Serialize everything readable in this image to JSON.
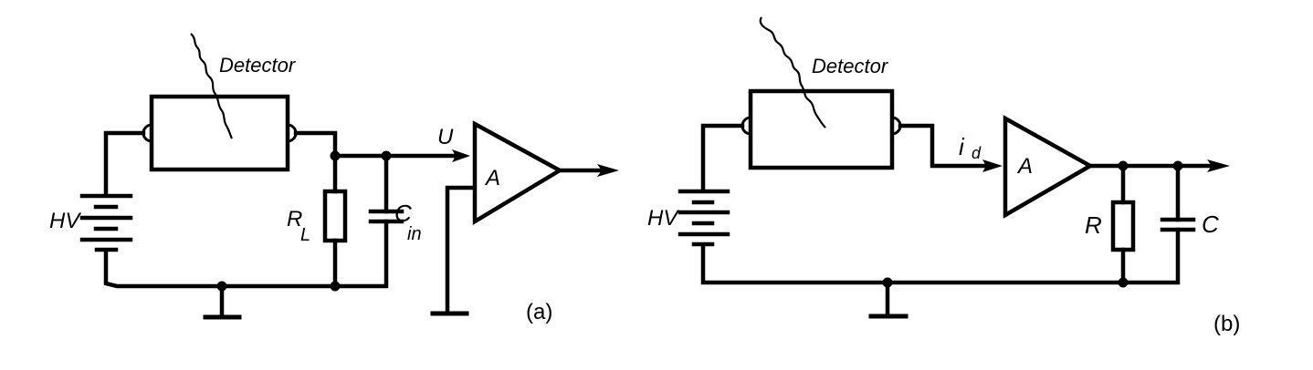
{
  "figure": {
    "type": "circuit-schematic",
    "panels": [
      {
        "id": "a",
        "caption": "(a)",
        "labels": {
          "detector": "Detector",
          "supply": "HV",
          "resistor_main": "R",
          "resistor_sub": "L",
          "capacitor_main": "C",
          "capacitor_sub": "in",
          "signal": "U",
          "amplifier": "A"
        },
        "components": [
          "detector",
          "HV battery",
          "load resistor R_L",
          "input capacitance C_in",
          "amplifier A",
          "ground"
        ]
      },
      {
        "id": "b",
        "caption": "(b)",
        "labels": {
          "detector": "Detector",
          "supply": "HV",
          "signal_main": "i",
          "signal_sub": "d",
          "amplifier": "A",
          "resistor": "R",
          "capacitor": "C"
        },
        "components": [
          "detector",
          "HV battery",
          "amplifier A",
          "feedback resistor R",
          "capacitor C",
          "ground"
        ]
      }
    ]
  }
}
